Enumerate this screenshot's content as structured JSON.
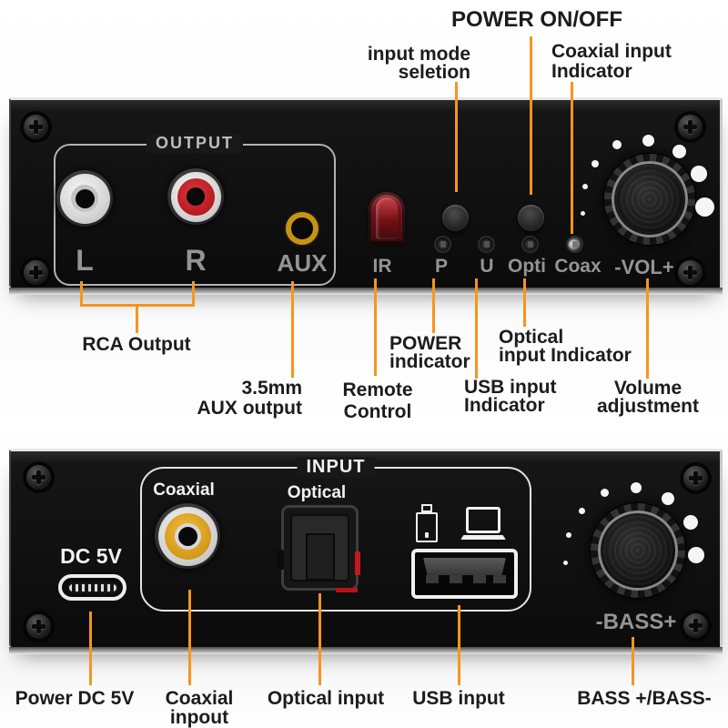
{
  "device": "Digital to Analog Audio Converter panel diagram",
  "annotations_top": {
    "power_on_off": "POWER ON/OFF",
    "input_mode": "input mode\nseletion",
    "coax_indicator": "Coaxial input\nIndicator"
  },
  "annotations_middle": {
    "rca_output": "RCA Output",
    "aux_output": "3.5mm\nAUX output",
    "remote_control": "Remote\nControl",
    "power_indicator": "POWER\nindicator",
    "usb_indicator": "USB input\nIndicator",
    "optical_indicator": "Optical\ninput Indicator",
    "volume_adjustment": "Volume\nadjustment"
  },
  "annotations_bottom": {
    "power_dc": "Power DC 5V",
    "coaxial_input": "Coaxial inpout",
    "optical_input": "Optical input",
    "usb_input": "USB input",
    "bass": "BASS +/BASS-"
  },
  "front_panel": {
    "output_group_label": "OUTPUT",
    "l_label": "L",
    "r_label": "R",
    "aux_label": "AUX",
    "ir_label": "IR",
    "p_label": "P",
    "u_label": "U",
    "opti_label": "Opti",
    "coax_label": "Coax",
    "vol_label": "-VOL+"
  },
  "back_panel": {
    "input_group_label": "INPUT",
    "dc_label": "DC 5V",
    "coaxial_label": "Coaxial",
    "optical_label": "Optical",
    "bass_label": "-BASS+"
  },
  "colors": {
    "leader_line": "#f7941e",
    "annotation_text": "#1c1c1c",
    "panel_text_gray": "#949494",
    "panel_text_white": "#f2f2f2",
    "rca_red": "#c01f26",
    "coax_yellow": "#e3a71e",
    "aux_gold": "#c69312",
    "ir_red": "#7c161c"
  }
}
